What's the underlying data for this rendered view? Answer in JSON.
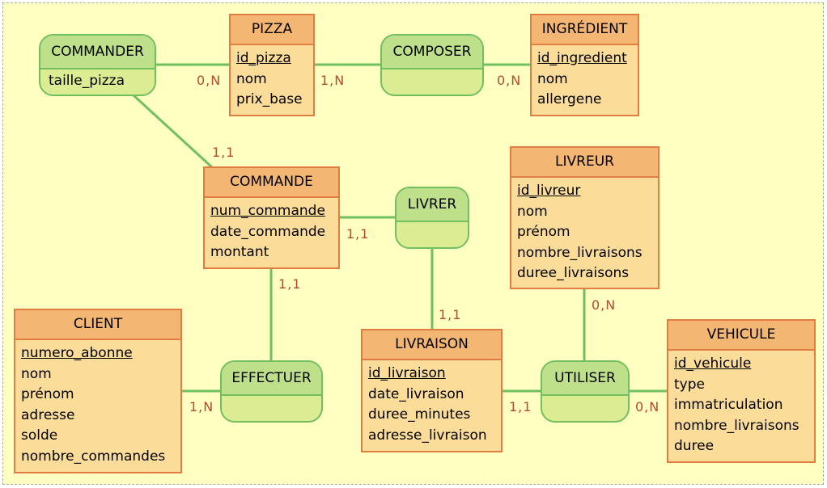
{
  "entities": {
    "pizza": {
      "title": "PIZZA",
      "attributes": [
        "id_pizza",
        "nom",
        "prix_base"
      ]
    },
    "ingredient": {
      "title": "INGRÉDIENT",
      "attributes": [
        "id_ingredient",
        "nom",
        "allergene"
      ]
    },
    "commande": {
      "title": "COMMANDE",
      "attributes": [
        "num_commande",
        "date_commande",
        "montant"
      ]
    },
    "livreur": {
      "title": "LIVREUR",
      "attributes": [
        "id_livreur",
        "nom",
        "prénom",
        "nombre_livraisons",
        "duree_livraisons"
      ]
    },
    "client": {
      "title": "CLIENT",
      "attributes": [
        "numero_abonne",
        "nom",
        "prénom",
        "adresse",
        "solde",
        "nombre_commandes"
      ]
    },
    "livraison": {
      "title": "LIVRAISON",
      "attributes": [
        "id_livraison",
        "date_livraison",
        "duree_minutes",
        "adresse_livraison"
      ]
    },
    "vehicule": {
      "title": "VEHICULE",
      "attributes": [
        "id_vehicule",
        "type",
        "immatriculation",
        "nombre_livraisons",
        "duree"
      ]
    }
  },
  "associations": {
    "commander": {
      "title": "COMMANDER",
      "attributes": [
        "taille_pizza"
      ]
    },
    "composer": {
      "title": "COMPOSER",
      "attributes": []
    },
    "livrer": {
      "title": "LIVRER",
      "attributes": []
    },
    "effectuer": {
      "title": "EFFECTUER",
      "attributes": []
    },
    "utiliser": {
      "title": "UTILISER",
      "attributes": []
    }
  },
  "cardinalities": {
    "commander_pizza": "0,N",
    "composer_pizza": "1,N",
    "composer_ingredient": "0,N",
    "commander_commande": "1,1",
    "livrer_commande": "1,1",
    "effectuer_commande": "1,1",
    "livrer_livraison": "1,1",
    "utiliser_livreur": "0,N",
    "effectuer_client": "1,N",
    "utiliser_livraison": "1,1",
    "utiliser_vehicule": "0,N"
  },
  "colors": {
    "entity_fill": "#fbdc99",
    "entity_header": "#f3b673",
    "entity_border": "#e07d43",
    "association_fill": "#dcec93",
    "association_header": "#bfe08a",
    "association_border": "#72bf60",
    "link": "#72bf60",
    "cardinality_text": "#b54a2c",
    "background": "#ffffc2"
  }
}
